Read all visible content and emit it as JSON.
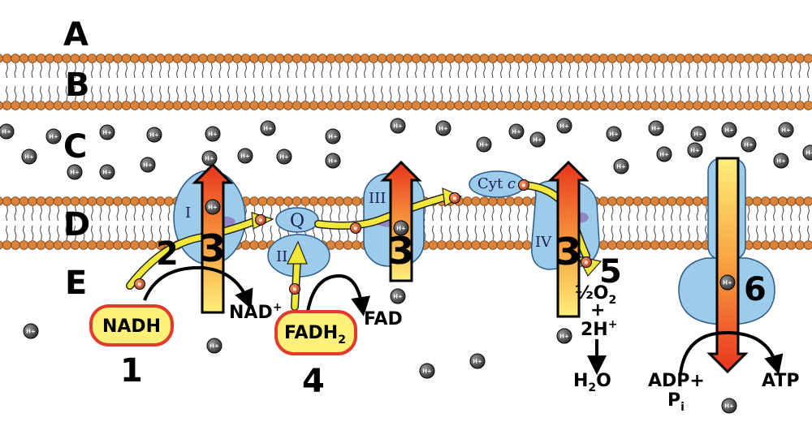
{
  "labels": {
    "region_a": "A",
    "region_b": "B",
    "region_c": "C",
    "region_d": "D",
    "region_e": "E"
  },
  "steps": {
    "one": "1",
    "two": "2",
    "three_a": "3",
    "three_b": "3",
    "three_c": "3",
    "four": "4",
    "five": "5",
    "six": "6"
  },
  "complexes": {
    "c1": "I",
    "c2": "II",
    "c3": "III",
    "c4": "IV",
    "q": "Q",
    "cyt_prefix": "Cyt ",
    "cyt_italic": "c"
  },
  "molecules": {
    "nadh": "NADH",
    "nad_base": "NAD",
    "nad_sup": "+",
    "fadh_base": "FADH",
    "fadh_sub": "2",
    "fad": "FAD",
    "half": "½O",
    "half_sub": "2",
    "plus": "+",
    "two_h": "2H",
    "two_h_sup": "+",
    "water_h": "H",
    "water_sub": "2",
    "water_o": "O",
    "adp": "ADP+",
    "pi_base": "P",
    "pi_sub": "i",
    "atp": "ATP"
  },
  "particles": {
    "proton": "H+",
    "electron": "e"
  },
  "colors": {
    "lipid_head": "#D9843D",
    "protein": "#9DCBEA",
    "electron_path": "#F2E83A",
    "arrow_red": "#E8391F",
    "arrow_yellow": "#FFE97A",
    "box_fill": "#FFF07A",
    "box_border": "#E23A2C",
    "proton": "#4a4a4a"
  }
}
